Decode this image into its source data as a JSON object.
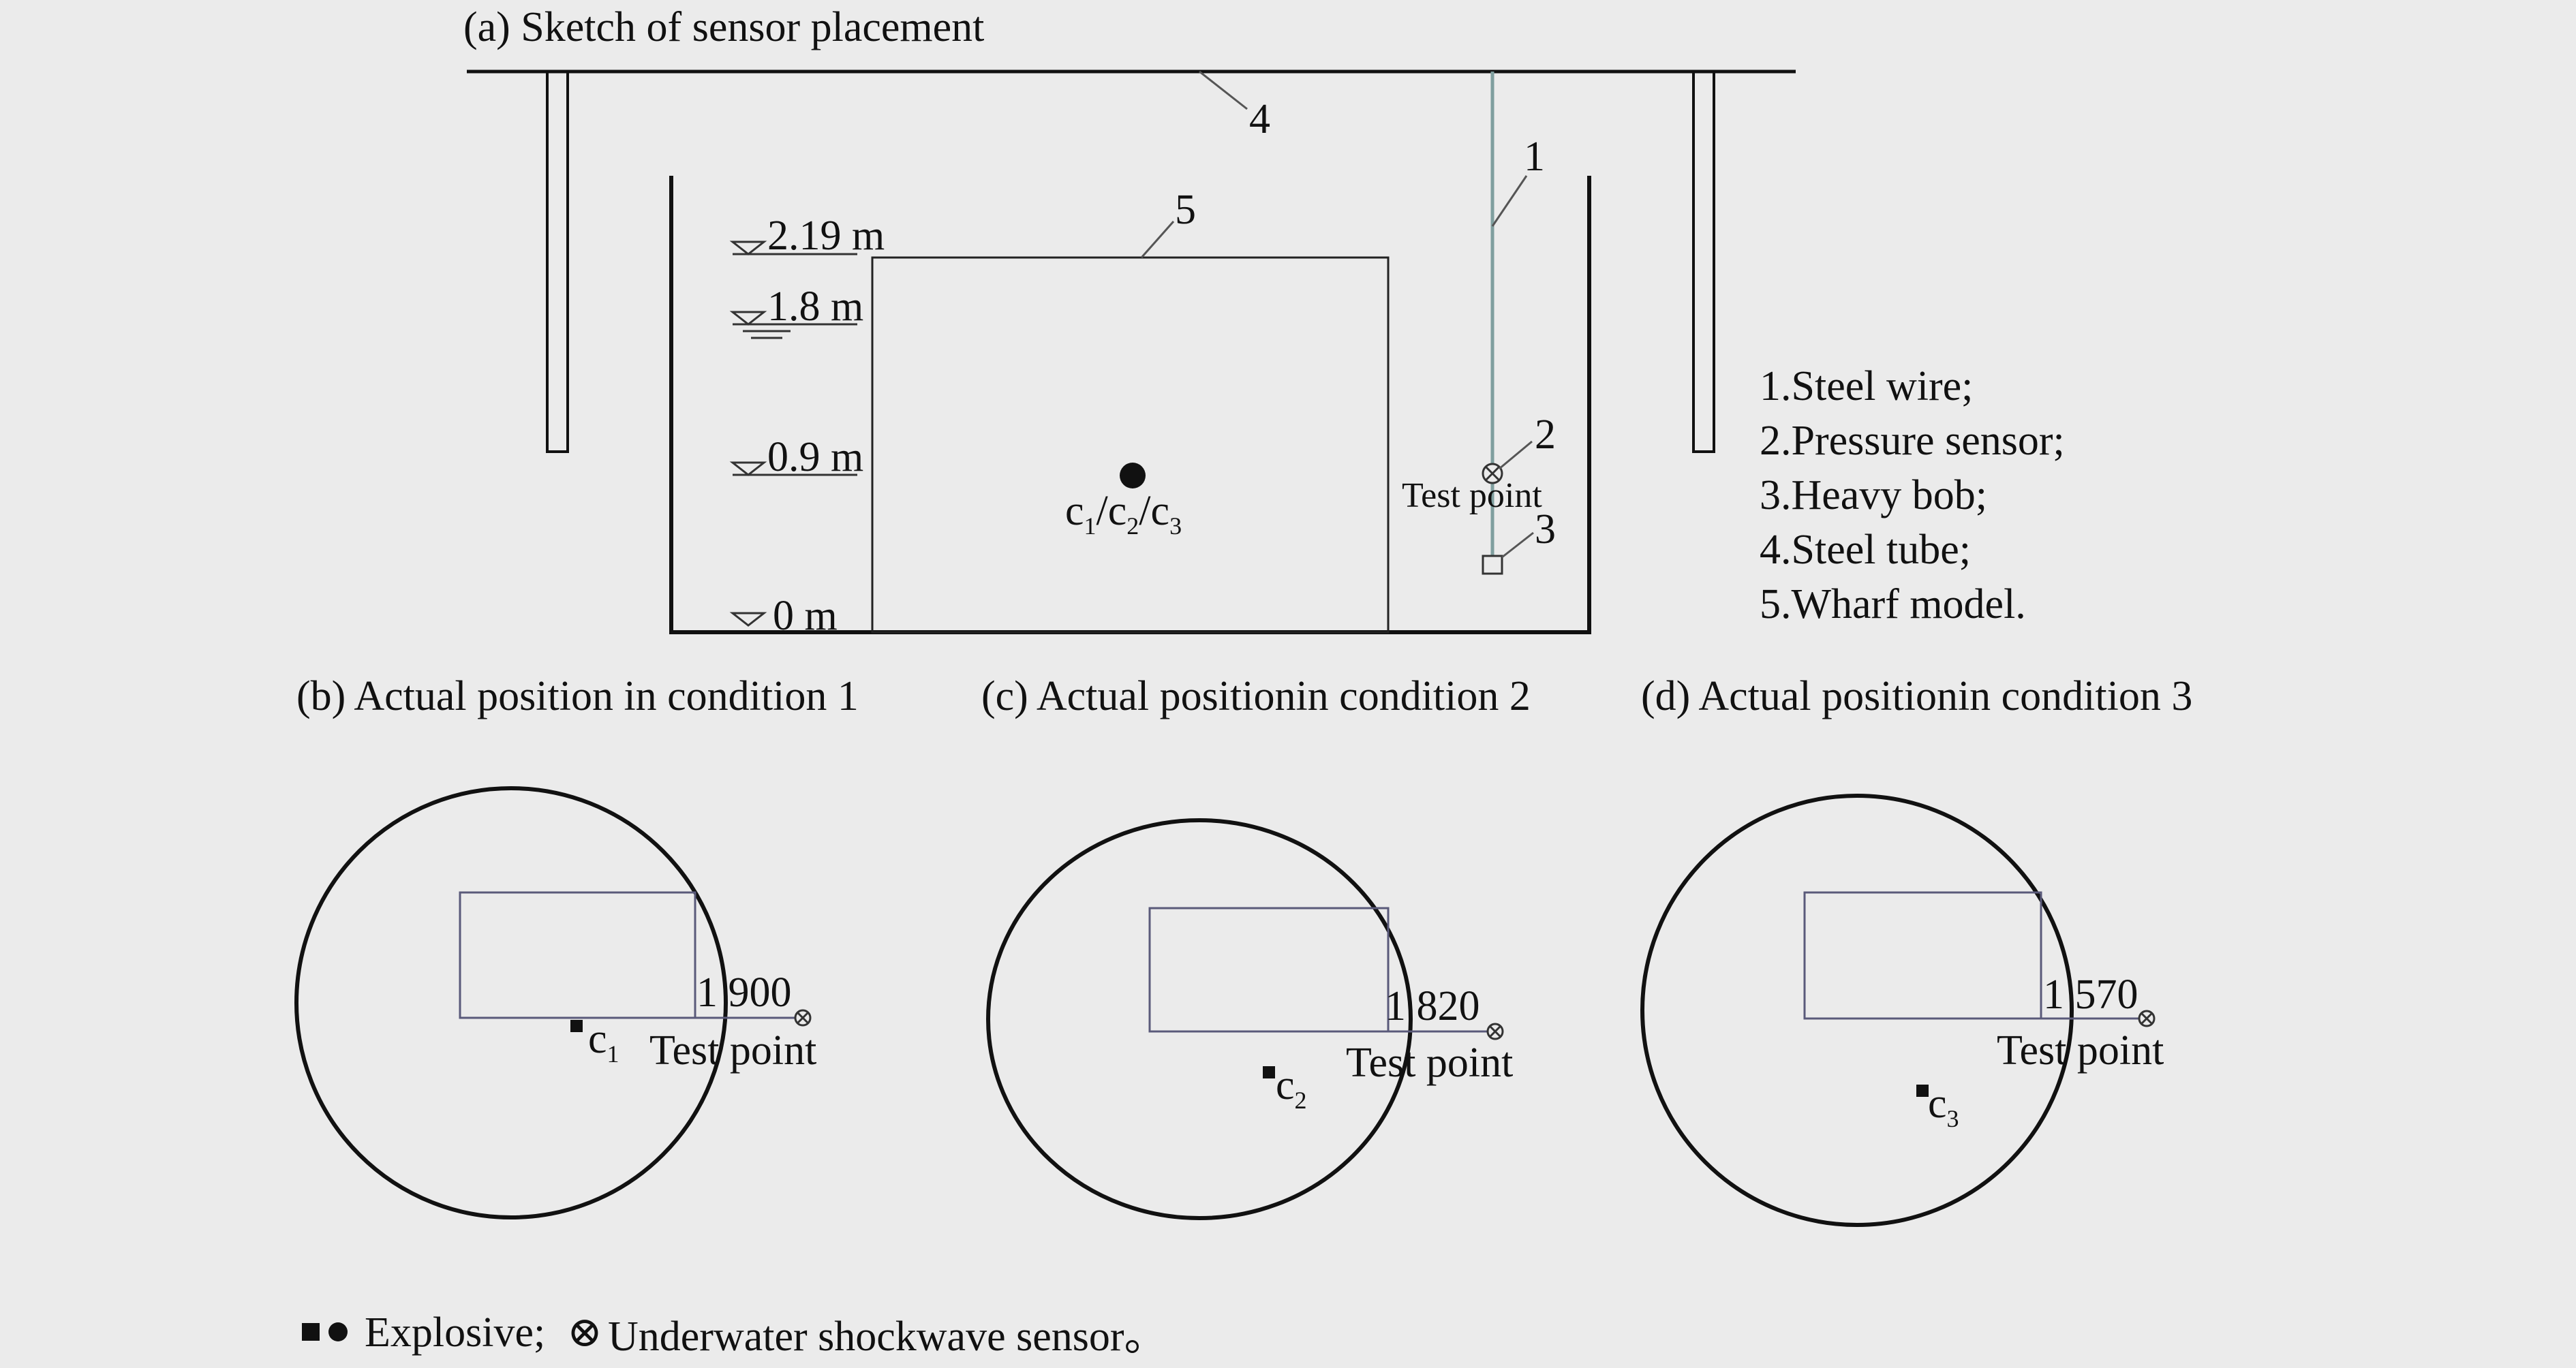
{
  "panel_a": {
    "title": "(a) Sketch of sensor placement",
    "callouts": {
      "wire": "1",
      "sensor": "2",
      "bob": "3",
      "tube": "4",
      "wharf": "5"
    },
    "levels": [
      "2.19 m",
      "1.8 m",
      "0.9 m",
      "0 m"
    ],
    "test_point": "Test point",
    "explosive_label": {
      "c": "c",
      "s1": "1",
      "s2": "2",
      "s3": "3",
      "slash": "/"
    },
    "legend": [
      "1.Steel wire;",
      "2.Pressure sensor;",
      "3.Heavy bob;",
      "4.Steel tube;",
      "5.Wharf model."
    ]
  },
  "panels": [
    {
      "title": "(b) Actual position in condition 1",
      "distance": "1 900",
      "test_point": "Test point",
      "charge": {
        "letter": "c",
        "sub": "1"
      }
    },
    {
      "title": "(c) Actual positionin condition 2",
      "distance": "1 820",
      "test_point": "Test point",
      "charge": {
        "letter": "c",
        "sub": "2"
      }
    },
    {
      "title": "(d) Actual positionin condition 3",
      "distance": "1 570",
      "test_point": "Test point",
      "charge": {
        "letter": "c",
        "sub": "3"
      }
    }
  ],
  "footer": {
    "explosive_text": "Explosive;",
    "sensor_symbol": "⊗",
    "sensor_text": "Underwater shockwave sensor。"
  },
  "colors": {
    "background": "#ebebeb",
    "line": "#111111",
    "thin_line": "#555555",
    "wire": "#7f9f9f",
    "model_outline": "#5a5a7a"
  }
}
